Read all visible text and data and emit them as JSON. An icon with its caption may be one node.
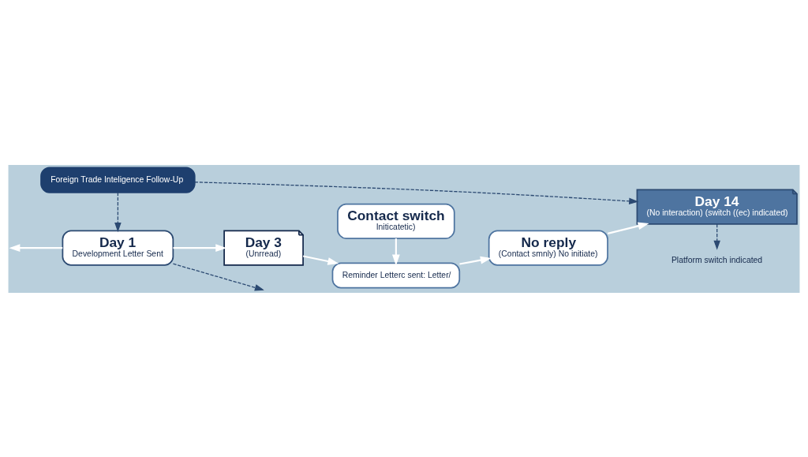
{
  "diagram": {
    "nodes": [
      {
        "text": [
          "Foreign Trade Inteligence Follow-Up"
        ]
      },
      {
        "text": [
          "Day 1",
          "Development Letter Sent"
        ]
      },
      {
        "text": [
          "Day 3",
          "(Unrread)"
        ]
      },
      {
        "text": [
          "Reminder Letterc sent: Letter/"
        ]
      },
      {
        "text": [
          "No reply",
          "(Contact smnly) No initiate)"
        ]
      },
      {
        "text": [
          "Day 14",
          "(No interaction) (switch ((ec) indicated)"
        ]
      },
      {
        "text": [
          "Contact switch",
          "Initicatetic)"
        ]
      },
      {
        "text": [
          "Platform switch indicated"
        ]
      }
    ],
    "edges": [
      {
        "from": 0,
        "to": 1,
        "arrow": "to",
        "style": "dashed",
        "color": "#2c4a72"
      },
      {
        "from": 0,
        "to": 5,
        "arrow": "to",
        "style": "dashed",
        "color": "#2c4a72"
      },
      {
        "from": 1,
        "to": null,
        "arrow": "to",
        "style": "dashed",
        "color": "#2c4a72"
      },
      {
        "from": 1,
        "to": 2,
        "arrow": "to"
      },
      {
        "from": 2,
        "to": 3,
        "arrow": "to"
      },
      {
        "from": 3,
        "to": 4,
        "arrow": "to"
      },
      {
        "from": 4,
        "to": 5,
        "arrow": "to"
      },
      {
        "from": 6,
        "to": 3,
        "arrow": "to"
      },
      {
        "from": 1,
        "to": null,
        "arrow": "to"
      },
      {
        "from": 5,
        "to": 7,
        "arrow": "to",
        "style": "dashed",
        "color": "#2c4a72"
      }
    ]
  }
}
